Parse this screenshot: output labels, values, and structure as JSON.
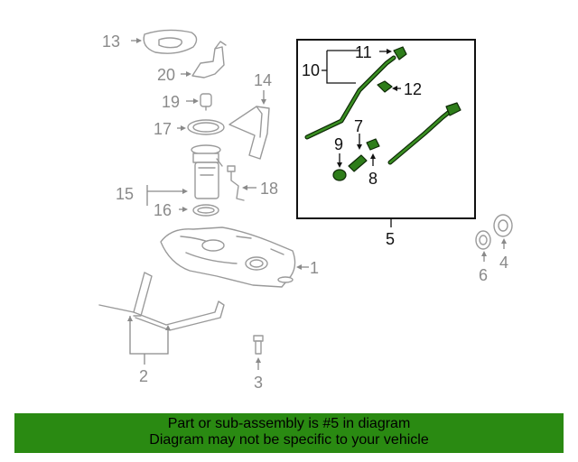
{
  "callouts": {
    "c1": "1",
    "c2": "2",
    "c3": "3",
    "c4": "4",
    "c5": "5",
    "c6": "6",
    "c7": "7",
    "c8": "8",
    "c9": "9",
    "c10": "10",
    "c11": "11",
    "c12": "12",
    "c13": "13",
    "c14": "14",
    "c15": "15",
    "c16": "16",
    "c17": "17",
    "c18": "18",
    "c19": "19",
    "c20": "20"
  },
  "footer": {
    "line1": "Part or sub-assembly is #5 in diagram",
    "line2": "Diagram may not be specific to your vehicle"
  },
  "colors": {
    "highlight": "#2e7d1a",
    "footer_bg": "#2a8a12",
    "part_outline": "#9a9a9a"
  }
}
